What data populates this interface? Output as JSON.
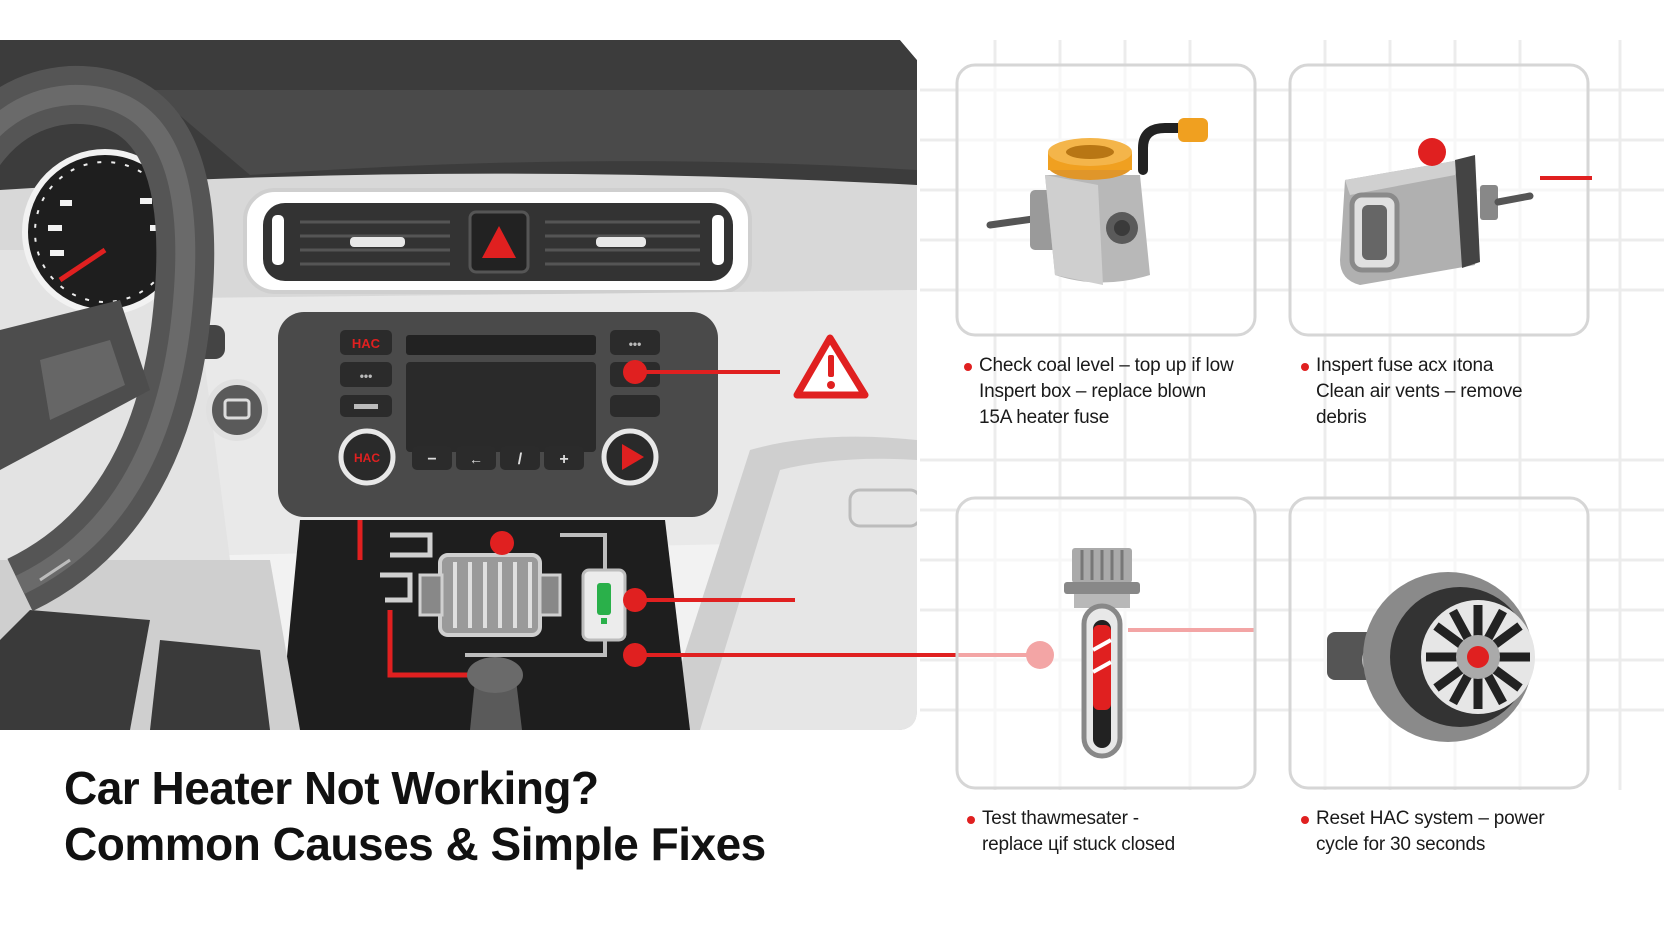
{
  "title": {
    "line1": "Car Heater Not Working?",
    "line2": "Common Causes & Simple Fixes"
  },
  "dashboard": {
    "hvac_button_top": "HAC",
    "hvac_button_knob": "HAC",
    "aux_buttons": [
      "•••",
      "•••"
    ],
    "controls": [
      "−",
      "←",
      "/",
      "+"
    ]
  },
  "panels": [
    {
      "id": "coolant",
      "icon": "coolant-reservoir-icon",
      "lines": [
        "Check coal level – top up if low",
        "Inspert box – replace blown",
        "15A heater fuse"
      ]
    },
    {
      "id": "fuse",
      "icon": "fuse-box-icon",
      "lines": [
        "Inspert fuse acx ıtona",
        "Clean air vents – remove",
        "debris"
      ]
    },
    {
      "id": "thermostat",
      "icon": "thermostat-icon",
      "lines": [
        "Test thawmesater -",
        "replace цif stuck closed"
      ]
    },
    {
      "id": "blower",
      "icon": "blower-motor-icon",
      "lines": [
        "Reset HAC system – power",
        "cycle for 30 seconds"
      ]
    }
  ],
  "colors": {
    "accent": "#e02020",
    "dark": "#3a3a3a",
    "mid": "#8a8a8a",
    "light": "#d4d4d4",
    "warning_orange": "#f0a020",
    "indicator_green": "#2ab04a"
  }
}
